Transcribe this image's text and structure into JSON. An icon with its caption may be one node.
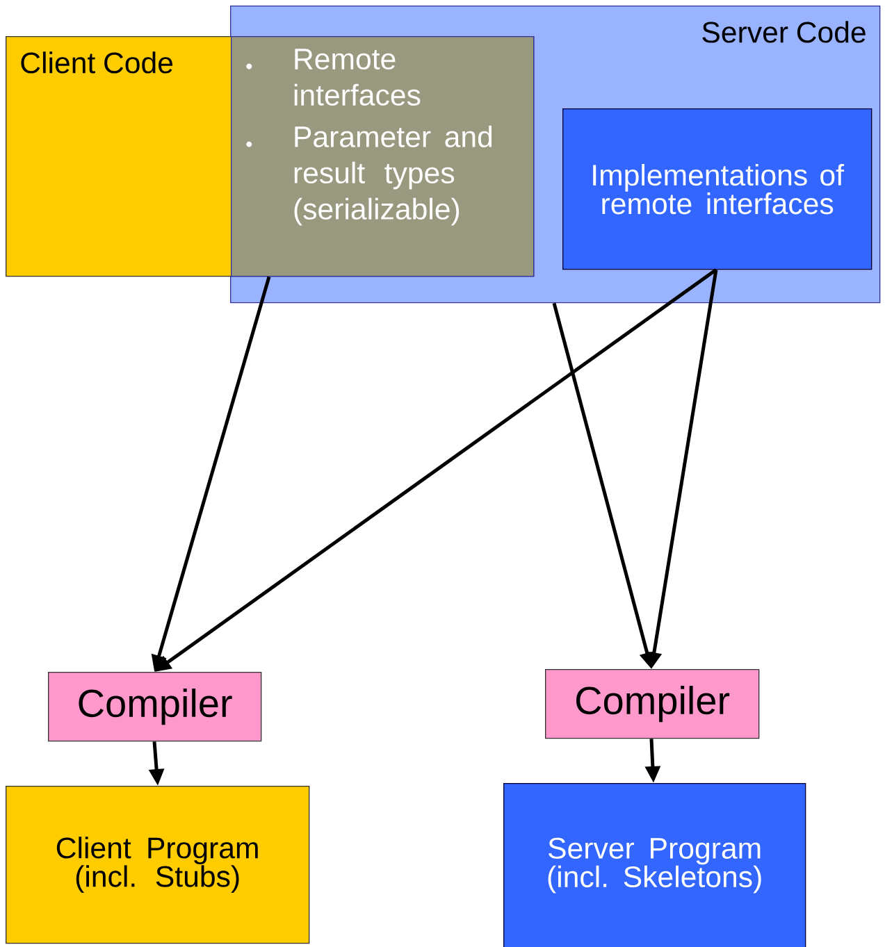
{
  "diagram": {
    "nodes": [
      {
        "text": [
          "Server Code"
        ]
      },
      {
        "text": [
          "Client Code"
        ]
      },
      {
        "text": [
          "Remote interfaces",
          "Parameter and result types (serializable)"
        ]
      },
      {
        "text": [
          "Implementations of remote interfaces"
        ],
        "in": 0
      },
      {
        "text": [
          "Compiler"
        ]
      },
      {
        "text": [
          "Compiler"
        ]
      },
      {
        "text": [
          "Client Program (incl. Stubs)"
        ]
      },
      {
        "text": [
          "Server Program (incl. Skeletons)"
        ]
      }
    ],
    "edges": [
      {
        "from": 2,
        "to": 4,
        "arrow": "to"
      },
      {
        "from": 3,
        "to": 4,
        "arrow": "to"
      },
      {
        "from": 0,
        "to": 5,
        "arrow": "to"
      },
      {
        "from": 3,
        "to": 5,
        "arrow": "to"
      },
      {
        "from": 4,
        "to": 6,
        "arrow": "to"
      },
      {
        "from": 5,
        "to": 7,
        "arrow": "to"
      }
    ]
  }
}
